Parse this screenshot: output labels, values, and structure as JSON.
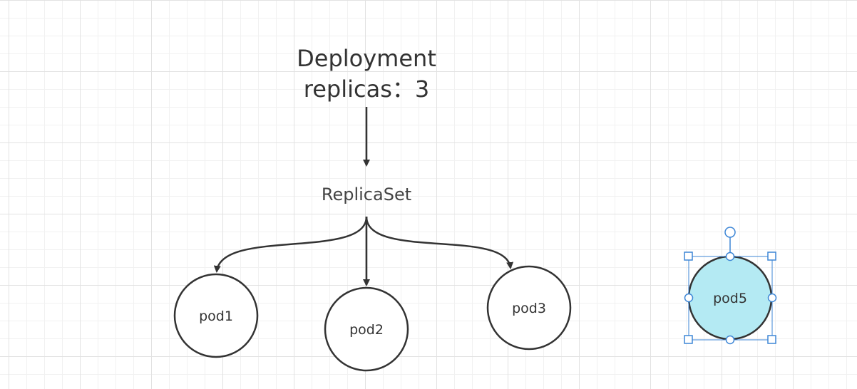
{
  "diagram": {
    "deployment": {
      "line1": "Deployment",
      "line2": "replicas：3"
    },
    "replicaset": {
      "label": "ReplicaSet"
    },
    "pods": [
      {
        "id": "pod1",
        "label": "pod1"
      },
      {
        "id": "pod2",
        "label": "pod2"
      },
      {
        "id": "pod3",
        "label": "pod3"
      },
      {
        "id": "pod5",
        "label": "pod5",
        "selected": true
      }
    ],
    "colors": {
      "stroke": "#333333",
      "selected_fill": "#b4eaf3",
      "selection_handle": "#3d86d6"
    }
  }
}
